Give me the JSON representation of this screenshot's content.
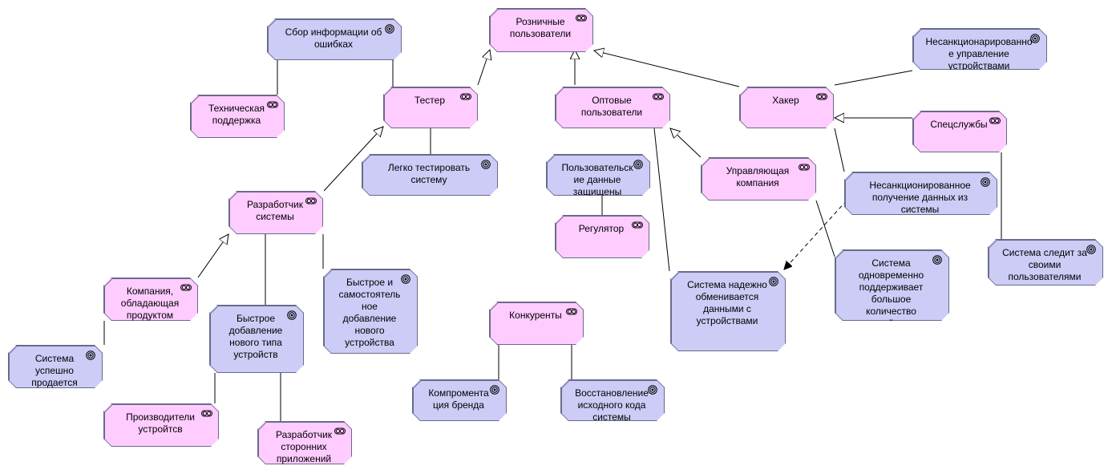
{
  "stakeholders": [
    {
      "id": "roznichnye",
      "label": "Розничные\nпользователи"
    },
    {
      "id": "tester",
      "label": "Тестер"
    },
    {
      "id": "optovye",
      "label": "Оптовые\nпользователи"
    },
    {
      "id": "haker",
      "label": "Хакер"
    },
    {
      "id": "tehpodderzhka",
      "label": "Техническая\nподдержка"
    },
    {
      "id": "specsluzhby",
      "label": "Спецслужбы"
    },
    {
      "id": "upravlyayuschaya",
      "label": "Управляющая\nкомпания"
    },
    {
      "id": "razrabotchik",
      "label": "Разработчик\nсистемы"
    },
    {
      "id": "regulyator",
      "label": "Регулятор"
    },
    {
      "id": "kompaniya",
      "label": "Компания,\nобладающая\nпродуктом"
    },
    {
      "id": "konkurenty",
      "label": "Конкуренты"
    },
    {
      "id": "proizvoditeli",
      "label": "Производители\nустройтсв"
    },
    {
      "id": "razrabotchik_storonnih",
      "label": "Разработчик\nсторонних\nприложений"
    }
  ],
  "goals": [
    {
      "id": "sbor",
      "label": "Сбор информации об\nошибках"
    },
    {
      "id": "nesank_upravlenie",
      "label": "Несанкционарированно\nе управление\nустройствами"
    },
    {
      "id": "legko",
      "label": "Легко тестировать\nсистему"
    },
    {
      "id": "zaschischeny",
      "label": "Пользовательск\nие данные\nзащищены"
    },
    {
      "id": "nesank_poluchenie",
      "label": "Несанкционированное\nполучение данных из\nсистемы"
    },
    {
      "id": "sledit",
      "label": "Система следит за\nсвоими\nпользователями"
    },
    {
      "id": "bystroe_samost",
      "label": "Быстрое и\nсамостоятель\nное\nдобавление\nнового\nустройства"
    },
    {
      "id": "nadezhno",
      "label": "Система надежно\nобменивается\nданными с\nустройствами"
    },
    {
      "id": "odnovremenno",
      "label": "Система\nодновременно\nподдерживает\nбольшое\nколичество\nˇ"
    },
    {
      "id": "bystroe_tipa",
      "label": "Быстрое\nдобавление\nнового типа\nустройств"
    },
    {
      "id": "prodaetsya",
      "label": "Система\nуспешно\nпродается"
    },
    {
      "id": "kompromentaciya",
      "label": "Компромента\nция бренда"
    },
    {
      "id": "vosstanovlenie",
      "label": "Восстановление\nисходного кода\nсистемы"
    }
  ],
  "colors": {
    "stakeholder": "#ffccff",
    "goal": "#ccccf7",
    "border": "#6a6a8a",
    "line": "#000000"
  },
  "icons": {
    "stakeholder": "role-icon",
    "goal": "goal-icon"
  }
}
